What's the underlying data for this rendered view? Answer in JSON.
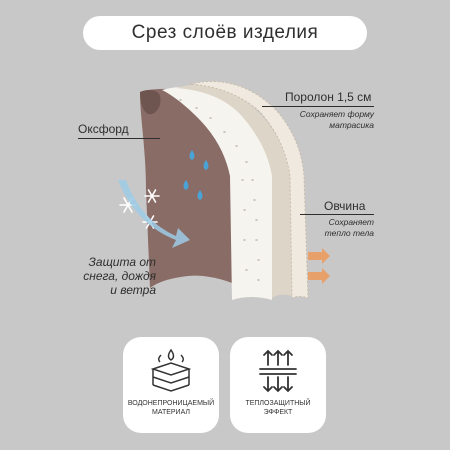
{
  "header": {
    "title": "Срез слоёв изделия"
  },
  "layers": {
    "oxford": {
      "name": "Оксфорд"
    },
    "foam": {
      "name": "Поролон 1,5 см",
      "description_line1": "Сохраняет форму",
      "description_line2": "матрасика"
    },
    "sheepskin": {
      "name": "Овчина",
      "description_line1": "Сохраняет",
      "description_line2": "тепло тела"
    }
  },
  "protection": {
    "line1": "Защита от",
    "line2": "снега, дождя",
    "line3": "и ветра"
  },
  "features": [
    {
      "caption_line1": "водонепроницаемый",
      "caption_line2": "материал",
      "icon": "waterproof-layers-icon"
    },
    {
      "caption_line1": "теплозащитный",
      "caption_line2": "эффект",
      "icon": "thermal-arrows-icon"
    }
  ],
  "colors": {
    "background": "#c9c8c8",
    "oxford": "#8a6c66",
    "foam": "#f4f1ec",
    "sheepskin": "#e8e2d8",
    "drop": "#4aa3d6",
    "heat_arrow": "#e8a06a"
  }
}
